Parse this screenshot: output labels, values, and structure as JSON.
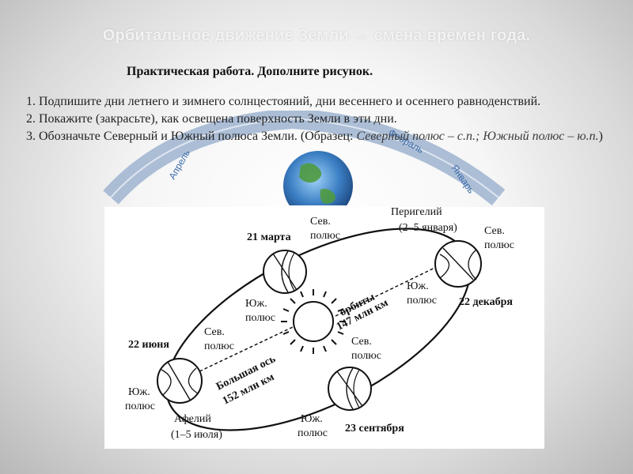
{
  "header": {
    "title": "Орбитальное движение Земли → смена времен года.",
    "subtitle": "Практическая работа.  Дополните рисунок."
  },
  "tasks": {
    "line1": "1. Подпишите дни летнего и зимнего солнцестояний, дни весеннего и осеннего равноденствий.",
    "line2": "2. Покажите (закрасьте), как освещена поверхность Земли в эти дни.",
    "line3_prefix": "3. Обозначьте Северный и Южный полюса Земли. (Образец: ",
    "line3_example": "Северный полюс – с.п.; Южный полюс – ю.п.",
    "line3_suffix": ")"
  },
  "background_figure": {
    "arc_labels": [
      "Апрель",
      "Февраль",
      "Январь"
    ]
  },
  "diagram": {
    "march_date": "21 марта",
    "june_date": "22 июня",
    "september_date": "23 сентября",
    "december_date": "22 декабря",
    "north_pole": "Сев.",
    "south_pole": "Юж.",
    "pole_word": "полюс",
    "perihelion": "Перигелий",
    "perihelion_date": "(2–5 января)",
    "aphelion": "Афелий",
    "aphelion_date": "(1–5 июля)",
    "orbit_text1": "орбиты",
    "orbit_text2": "147 млн км",
    "axis_text1": "Большая ось",
    "axis_text2": "152 млн км"
  }
}
